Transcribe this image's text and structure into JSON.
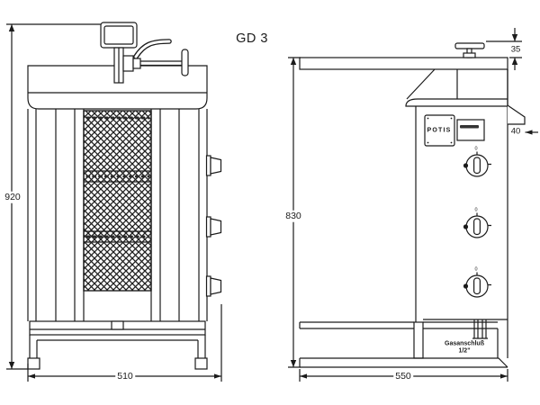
{
  "title": "GD 3",
  "front_view": {
    "dim_height": "920",
    "dim_width": "510"
  },
  "side_view": {
    "dim_height": "830",
    "dim_depth": "550",
    "dim_handle": "35",
    "dim_lip": "40",
    "brand": "POTIS",
    "gas_label_1": "Gasanschluß",
    "gas_label_2": "1/2\"",
    "knob_zero": "0"
  },
  "colors": {
    "line": "#1b1b1b",
    "background": "#ffffff"
  }
}
